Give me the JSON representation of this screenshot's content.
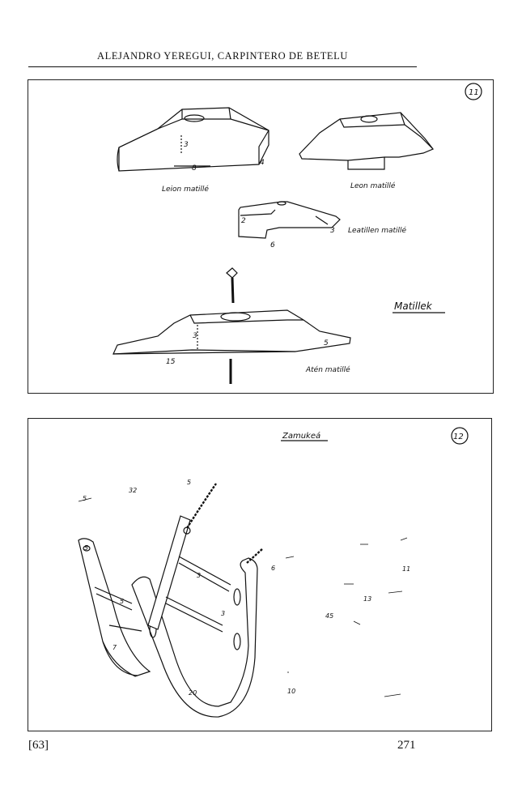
{
  "header": {
    "title": "ALEJANDRO YEREGUI, CARPINTERO DE BETELU"
  },
  "plate11": {
    "number": "11",
    "title": "Matillek",
    "items": [
      {
        "label": "Leion matillé",
        "dims": [
          "3",
          "8",
          "4"
        ]
      },
      {
        "label": "Leon matillé",
        "dims": []
      },
      {
        "label": "Leatillen matillé",
        "dims": [
          "2",
          "3",
          "6"
        ]
      },
      {
        "label": "Atén matillé",
        "dims": [
          "3",
          "5",
          "15"
        ]
      }
    ]
  },
  "plate12": {
    "number": "12",
    "title": "Zamukeá",
    "dims": [
      "5",
      "32",
      "5",
      "5",
      "6",
      "7",
      "3",
      "5",
      "3",
      "20",
      "11",
      "13",
      "45",
      "10"
    ]
  },
  "footer": {
    "left": "[63]",
    "right": "271"
  }
}
